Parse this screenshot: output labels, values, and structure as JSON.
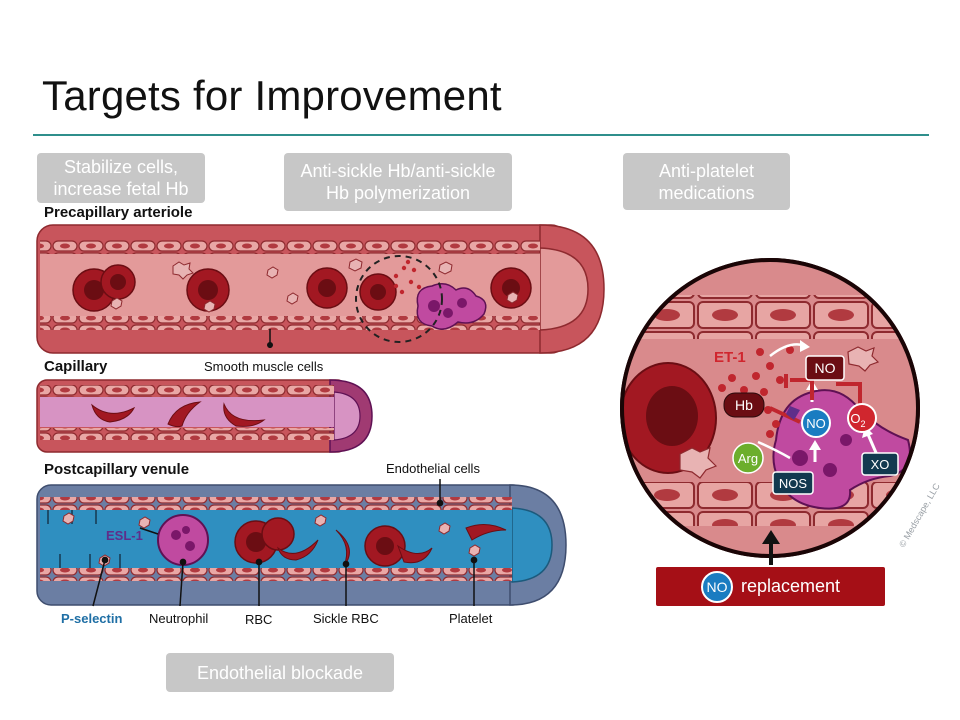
{
  "slide": {
    "title": "Targets for Improvement"
  },
  "boxes": {
    "stabilize": "Stabilize cells, increase fetal Hb",
    "anti_sickle": "Anti-sickle Hb/anti-sickle Hb polymerization",
    "anti_platelet": "Anti-platelet medications",
    "endothelial_blockade": "Endothelial blockade",
    "no_replacement": "replacement",
    "no_replacement_badge": "NO"
  },
  "vessels": {
    "precapillary": "Precapillary arteriole",
    "capillary": "Capillary",
    "postcapillary": "Postcapillary venule"
  },
  "labels": {
    "smooth_muscle": "Smooth muscle cells",
    "endothelial": "Endothelial cells",
    "p_selectin": "P-selectin",
    "esl1": "ESL-1",
    "neutrophil": "Neutrophil",
    "rbc": "RBC",
    "sickle_rbc": "Sickle RBC",
    "platelet": "Platelet"
  },
  "inset": {
    "et1": "ET-1",
    "hb": "Hb",
    "no_top": "NO",
    "no_mid": "NO",
    "o2": "O",
    "o2_sub": "2",
    "arg": "Arg",
    "nos": "NOS",
    "xo": "XO",
    "watermark": "© Medscape, LLC"
  },
  "colors": {
    "vessel_wall": "#c8555c",
    "vessel_lumen": "#e39a9a",
    "capillary_lumen": "#d793c3",
    "venule_lumen": "#2f8fc0",
    "rbc": "#a21822",
    "accent_red": "#a50f16",
    "no_blue": "#1a7cc1",
    "arg_green": "#6cae2c",
    "teal_rule": "#2f8f8c"
  }
}
